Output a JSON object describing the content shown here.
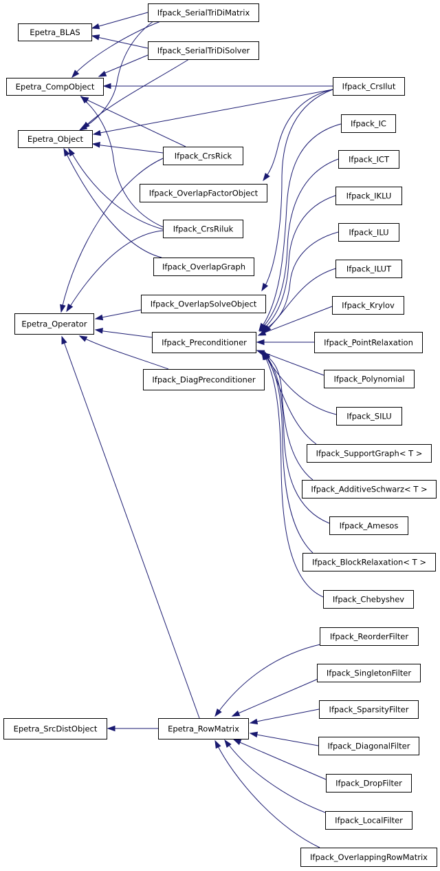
{
  "diagram": {
    "colors": {
      "edge": "#191970",
      "node_border": "#000000",
      "node_fill": "#ffffff"
    },
    "nodes": [
      {
        "id": "Epetra_BLAS",
        "label": "Epetra_BLAS"
      },
      {
        "id": "Epetra_CompObject",
        "label": "Epetra_CompObject"
      },
      {
        "id": "Epetra_Object",
        "label": "Epetra_Object"
      },
      {
        "id": "Epetra_Operator",
        "label": "Epetra_Operator"
      },
      {
        "id": "Epetra_SrcDistObject",
        "label": "Epetra_SrcDistObject"
      },
      {
        "id": "Epetra_RowMatrix",
        "label": "Epetra_RowMatrix"
      },
      {
        "id": "Ifpack_SerialTriDiMatrix",
        "label": "Ifpack_SerialTriDiMatrix"
      },
      {
        "id": "Ifpack_SerialTriDiSolver",
        "label": "Ifpack_SerialTriDiSolver"
      },
      {
        "id": "Ifpack_CrsRick",
        "label": "Ifpack_CrsRick"
      },
      {
        "id": "Ifpack_OverlapFactorObject",
        "label": "Ifpack_OverlapFactorObject"
      },
      {
        "id": "Ifpack_CrsRiluk",
        "label": "Ifpack_CrsRiluk"
      },
      {
        "id": "Ifpack_OverlapGraph",
        "label": "Ifpack_OverlapGraph"
      },
      {
        "id": "Ifpack_OverlapSolveObject",
        "label": "Ifpack_OverlapSolveObject"
      },
      {
        "id": "Ifpack_Preconditioner",
        "label": "Ifpack_Preconditioner"
      },
      {
        "id": "Ifpack_DiagPreconditioner",
        "label": "Ifpack_DiagPreconditioner"
      },
      {
        "id": "Ifpack_CrsIlut",
        "label": "Ifpack_CrsIlut"
      },
      {
        "id": "Ifpack_IC",
        "label": "Ifpack_IC"
      },
      {
        "id": "Ifpack_ICT",
        "label": "Ifpack_ICT"
      },
      {
        "id": "Ifpack_IKLU",
        "label": "Ifpack_IKLU"
      },
      {
        "id": "Ifpack_ILU",
        "label": "Ifpack_ILU"
      },
      {
        "id": "Ifpack_ILUT",
        "label": "Ifpack_ILUT"
      },
      {
        "id": "Ifpack_Krylov",
        "label": "Ifpack_Krylov"
      },
      {
        "id": "Ifpack_PointRelaxation",
        "label": "Ifpack_PointRelaxation"
      },
      {
        "id": "Ifpack_Polynomial",
        "label": "Ifpack_Polynomial"
      },
      {
        "id": "Ifpack_SILU",
        "label": "Ifpack_SILU"
      },
      {
        "id": "Ifpack_SupportGraph",
        "label": "Ifpack_SupportGraph< T >"
      },
      {
        "id": "Ifpack_AdditiveSchwarz",
        "label": "Ifpack_AdditiveSchwarz< T >"
      },
      {
        "id": "Ifpack_Amesos",
        "label": "Ifpack_Amesos"
      },
      {
        "id": "Ifpack_BlockRelaxation",
        "label": "Ifpack_BlockRelaxation< T >"
      },
      {
        "id": "Ifpack_Chebyshev",
        "label": "Ifpack_Chebyshev"
      },
      {
        "id": "Ifpack_ReorderFilter",
        "label": "Ifpack_ReorderFilter"
      },
      {
        "id": "Ifpack_SingletonFilter",
        "label": "Ifpack_SingletonFilter"
      },
      {
        "id": "Ifpack_SparsityFilter",
        "label": "Ifpack_SparsityFilter"
      },
      {
        "id": "Ifpack_DiagonalFilter",
        "label": "Ifpack_DiagonalFilter"
      },
      {
        "id": "Ifpack_DropFilter",
        "label": "Ifpack_DropFilter"
      },
      {
        "id": "Ifpack_LocalFilter",
        "label": "Ifpack_LocalFilter"
      },
      {
        "id": "Ifpack_OverlappingRowMatrix",
        "label": "Ifpack_OverlappingRowMatrix"
      }
    ],
    "edges": [
      {
        "from": "Ifpack_SerialTriDiMatrix",
        "to": "Epetra_BLAS"
      },
      {
        "from": "Ifpack_SerialTriDiSolver",
        "to": "Epetra_BLAS"
      },
      {
        "from": "Ifpack_SerialTriDiMatrix",
        "to": "Epetra_CompObject"
      },
      {
        "from": "Ifpack_SerialTriDiSolver",
        "to": "Epetra_CompObject"
      },
      {
        "from": "Ifpack_CrsIlut",
        "to": "Epetra_CompObject"
      },
      {
        "from": "Ifpack_CrsRick",
        "to": "Epetra_CompObject"
      },
      {
        "from": "Ifpack_CrsRiluk",
        "to": "Epetra_CompObject"
      },
      {
        "from": "Ifpack_SerialTriDiMatrix",
        "to": "Epetra_Object"
      },
      {
        "from": "Ifpack_SerialTriDiSolver",
        "to": "Epetra_Object"
      },
      {
        "from": "Ifpack_CrsIlut",
        "to": "Epetra_Object"
      },
      {
        "from": "Ifpack_CrsRick",
        "to": "Epetra_Object"
      },
      {
        "from": "Ifpack_CrsRiluk",
        "to": "Epetra_Object"
      },
      {
        "from": "Ifpack_OverlapGraph",
        "to": "Epetra_Object"
      },
      {
        "from": "Ifpack_CrsRick",
        "to": "Epetra_Operator"
      },
      {
        "from": "Ifpack_CrsRiluk",
        "to": "Epetra_Operator"
      },
      {
        "from": "Ifpack_OverlapSolveObject",
        "to": "Epetra_Operator"
      },
      {
        "from": "Ifpack_Preconditioner",
        "to": "Epetra_Operator"
      },
      {
        "from": "Ifpack_DiagPreconditioner",
        "to": "Epetra_Operator"
      },
      {
        "from": "Epetra_RowMatrix",
        "to": "Epetra_Operator"
      },
      {
        "from": "Ifpack_CrsIlut",
        "to": "Ifpack_OverlapFactorObject"
      },
      {
        "from": "Ifpack_CrsIlut",
        "to": "Ifpack_OverlapSolveObject"
      },
      {
        "from": "Ifpack_IC",
        "to": "Ifpack_Preconditioner"
      },
      {
        "from": "Ifpack_ICT",
        "to": "Ifpack_Preconditioner"
      },
      {
        "from": "Ifpack_IKLU",
        "to": "Ifpack_Preconditioner"
      },
      {
        "from": "Ifpack_ILU",
        "to": "Ifpack_Preconditioner"
      },
      {
        "from": "Ifpack_ILUT",
        "to": "Ifpack_Preconditioner"
      },
      {
        "from": "Ifpack_Krylov",
        "to": "Ifpack_Preconditioner"
      },
      {
        "from": "Ifpack_PointRelaxation",
        "to": "Ifpack_Preconditioner"
      },
      {
        "from": "Ifpack_Polynomial",
        "to": "Ifpack_Preconditioner"
      },
      {
        "from": "Ifpack_SILU",
        "to": "Ifpack_Preconditioner"
      },
      {
        "from": "Ifpack_SupportGraph",
        "to": "Ifpack_Preconditioner"
      },
      {
        "from": "Ifpack_AdditiveSchwarz",
        "to": "Ifpack_Preconditioner"
      },
      {
        "from": "Ifpack_Amesos",
        "to": "Ifpack_Preconditioner"
      },
      {
        "from": "Ifpack_BlockRelaxation",
        "to": "Ifpack_Preconditioner"
      },
      {
        "from": "Ifpack_Chebyshev",
        "to": "Ifpack_Preconditioner"
      },
      {
        "from": "Epetra_RowMatrix",
        "to": "Epetra_SrcDistObject"
      },
      {
        "from": "Ifpack_ReorderFilter",
        "to": "Epetra_RowMatrix"
      },
      {
        "from": "Ifpack_SingletonFilter",
        "to": "Epetra_RowMatrix"
      },
      {
        "from": "Ifpack_SparsityFilter",
        "to": "Epetra_RowMatrix"
      },
      {
        "from": "Ifpack_DiagonalFilter",
        "to": "Epetra_RowMatrix"
      },
      {
        "from": "Ifpack_DropFilter",
        "to": "Epetra_RowMatrix"
      },
      {
        "from": "Ifpack_LocalFilter",
        "to": "Epetra_RowMatrix"
      },
      {
        "from": "Ifpack_OverlappingRowMatrix",
        "to": "Epetra_RowMatrix"
      }
    ]
  }
}
